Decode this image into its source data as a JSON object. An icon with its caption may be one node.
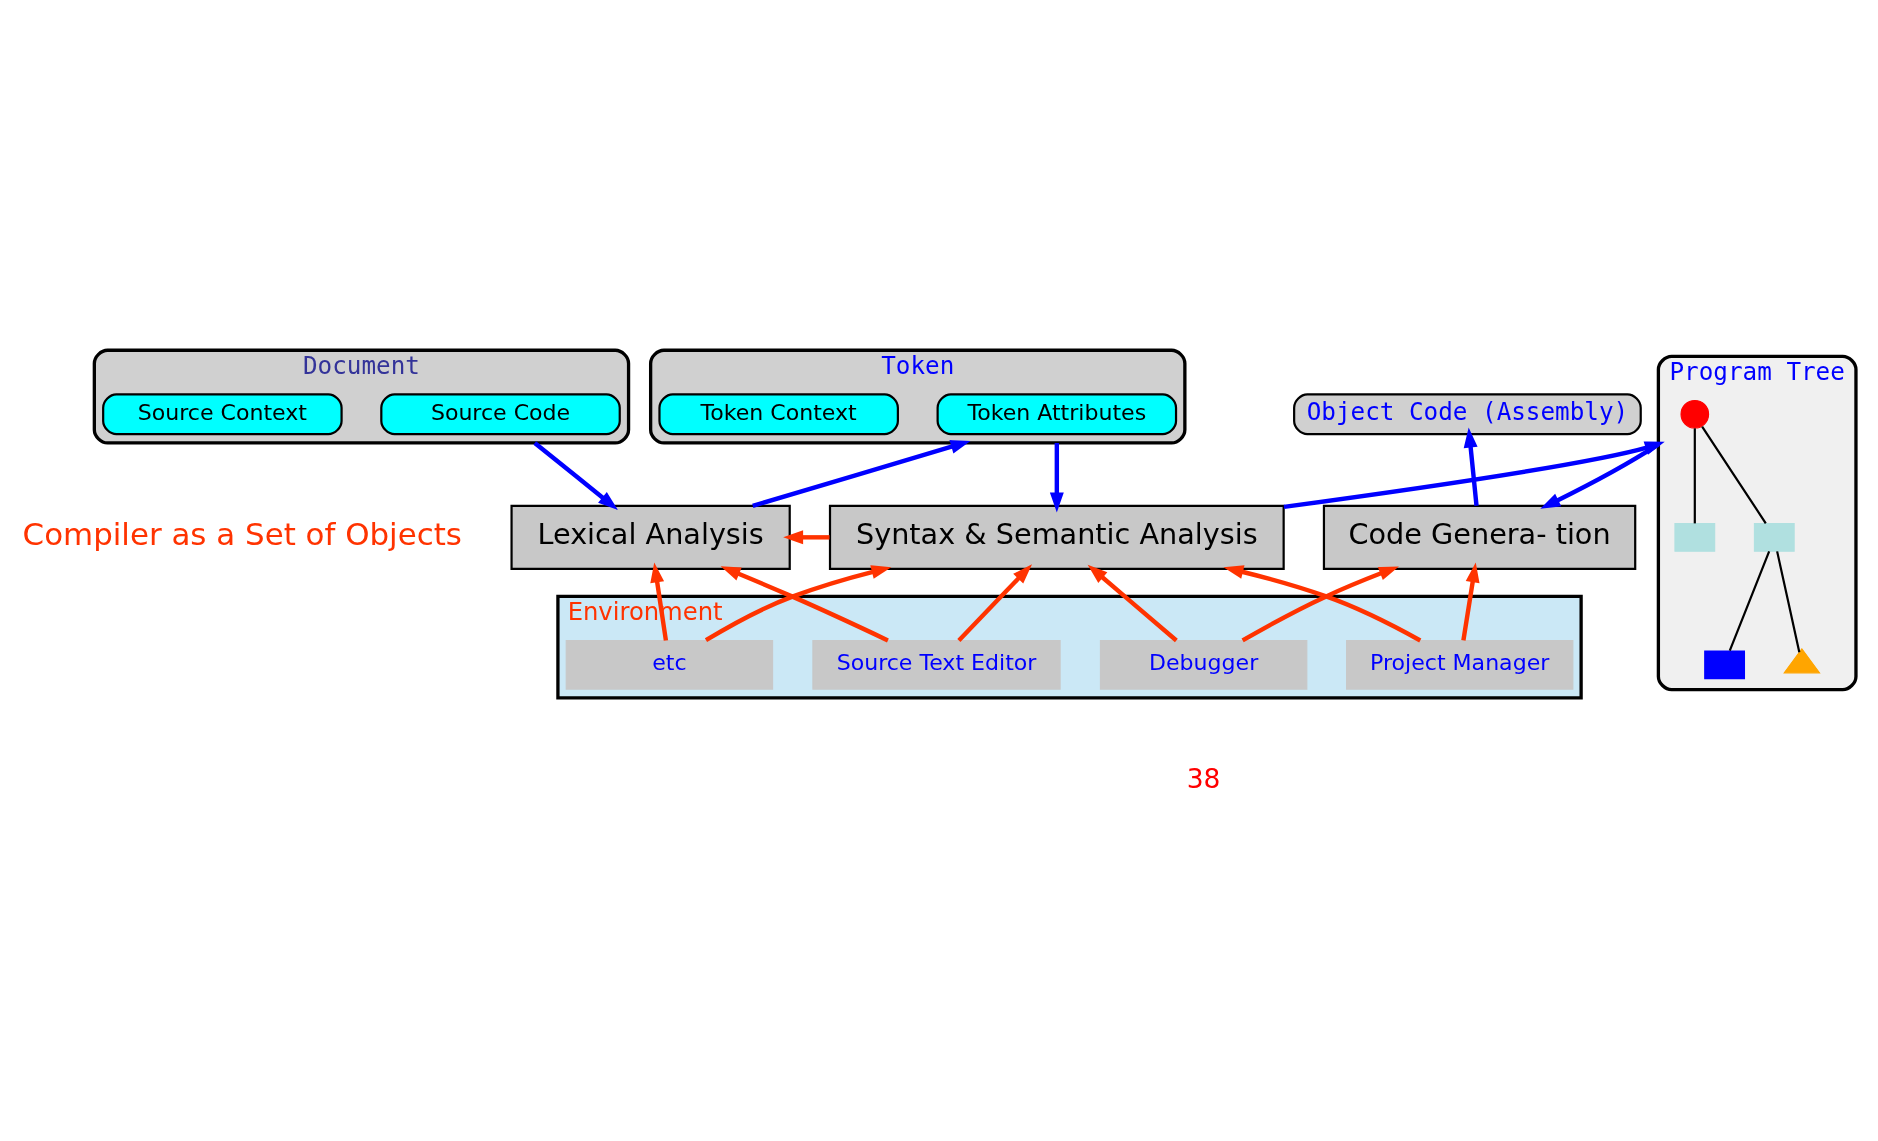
{
  "diagram": {
    "nodes": [
      {
        "text": [
          "Document"
        ]
      },
      {
        "text": [
          "Source Code"
        ],
        "in": 0
      },
      {
        "text": [
          "Source Context"
        ],
        "in": 0
      },
      {
        "text": [
          "Token"
        ]
      },
      {
        "text": [
          "Token Attributes"
        ],
        "in": 3
      },
      {
        "text": [
          "Token Context"
        ],
        "in": 3
      },
      {
        "text": [
          "Program Tree"
        ]
      },
      {
        "text": [],
        "shape": "circle",
        "in": 6
      },
      {
        "text": [],
        "shape": "box",
        "in": 6
      },
      {
        "text": [],
        "shape": "box",
        "in": 6
      },
      {
        "text": [],
        "shape": "box",
        "in": 6
      },
      {
        "text": [],
        "shape": "triangle",
        "in": 6
      },
      {
        "text": [
          "Object Code (Assembly)"
        ]
      },
      {
        "text": [
          "Lexical Analysis"
        ]
      },
      {
        "text": [
          "Syntax & Semantic Analysis"
        ]
      },
      {
        "text": [
          "Code Genera- tion"
        ]
      },
      {
        "text": [
          "Environment"
        ]
      },
      {
        "text": [
          "Source Text Editor"
        ],
        "in": 16
      },
      {
        "text": [
          "Project Manager"
        ],
        "in": 16
      },
      {
        "text": [
          "etc"
        ],
        "in": 16
      },
      {
        "text": [
          "Debugger"
        ],
        "in": 16
      }
    ],
    "edges": [
      {
        "from": 0,
        "to": 13,
        "arrow": "to",
        "color": "#0000ff"
      },
      {
        "from": 13,
        "to": 3,
        "arrow": "to",
        "color": "#0000ff"
      },
      {
        "from": 3,
        "to": 14,
        "arrow": "to",
        "color": "#0000ff"
      },
      {
        "from": 14,
        "to": 6,
        "arrow": "to",
        "color": "#0000ff"
      },
      {
        "from": 6,
        "to": 15,
        "arrow": "to",
        "color": "#0000ff"
      },
      {
        "from": 15,
        "to": 12,
        "arrow": "to",
        "color": "#0000ff"
      },
      {
        "from": 7,
        "to": 8,
        "arrow": "none",
        "color": "#000000"
      },
      {
        "from": 7,
        "to": 9,
        "arrow": "none",
        "color": "#000000"
      },
      {
        "from": 9,
        "to": 10,
        "arrow": "none",
        "color": "#000000"
      },
      {
        "from": 9,
        "to": 11,
        "arrow": "none",
        "color": "#000000"
      },
      {
        "from": 14,
        "to": 13,
        "arrow": "to"
      },
      {
        "from": 17,
        "to": 13,
        "arrow": "to"
      },
      {
        "from": 17,
        "to": 14,
        "arrow": "to"
      },
      {
        "from": 18,
        "to": 14,
        "arrow": "to"
      },
      {
        "from": 18,
        "to": 15,
        "arrow": "to"
      },
      {
        "from": 19,
        "to": 13,
        "arrow": "to"
      },
      {
        "from": 19,
        "to": 14,
        "arrow": "to"
      },
      {
        "from": 20,
        "to": 14,
        "arrow": "to"
      },
      {
        "from": 20,
        "to": 15,
        "arrow": "to"
      }
    ],
    "labels": [
      "Compiler as a Set of Objects",
      "38"
    ]
  }
}
